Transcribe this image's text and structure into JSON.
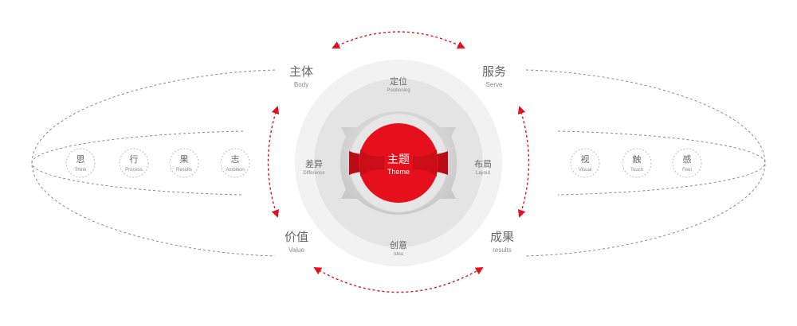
{
  "center": {
    "label": "主题",
    "sub": "Theme"
  },
  "ring_labels": [
    {
      "label": "定位",
      "sub": "Positioning"
    },
    {
      "label": "布局",
      "sub": "Layout"
    },
    {
      "label": "创意",
      "sub": "Idea"
    },
    {
      "label": "差异",
      "sub": "Difference"
    }
  ],
  "corners": [
    {
      "label": "主体",
      "sub": "Body"
    },
    {
      "label": "服务",
      "sub": "Serve"
    },
    {
      "label": "价值",
      "sub": "Value"
    },
    {
      "label": "成果",
      "sub": "results"
    }
  ],
  "left_items": [
    {
      "label": "思",
      "sub": "Think"
    },
    {
      "label": "行",
      "sub": "Process"
    },
    {
      "label": "果",
      "sub": "Results"
    },
    {
      "label": "志",
      "sub": "Ambition"
    }
  ],
  "right_items": [
    {
      "label": "视",
      "sub": "Visual"
    },
    {
      "label": "触",
      "sub": "Touch"
    },
    {
      "label": "感",
      "sub": "Feel"
    }
  ],
  "colors": {
    "accent": "#e5101c",
    "ring_outer": "#f2f2f2",
    "ring_mid": "#e4e4e4",
    "ring_inner": "#cfcfcf",
    "line": "#8a8a8a"
  }
}
